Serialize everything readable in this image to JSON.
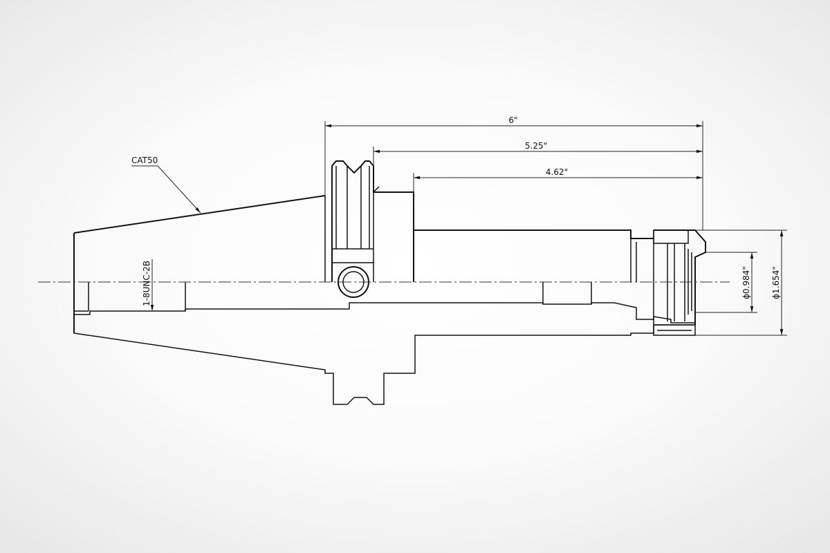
{
  "dimensions": {
    "overall_length": "6\"",
    "flange_to_nose": "5.25\"",
    "body_to_nose": "4.62\"",
    "bore_diameter": "ϕ0.984\"",
    "nut_diameter": "ϕ1.654\""
  },
  "labels": {
    "taper": "CAT50",
    "thread": "1-8UNC-2B"
  },
  "colors": {
    "line": "#111111",
    "background": "#f2f2f2"
  }
}
